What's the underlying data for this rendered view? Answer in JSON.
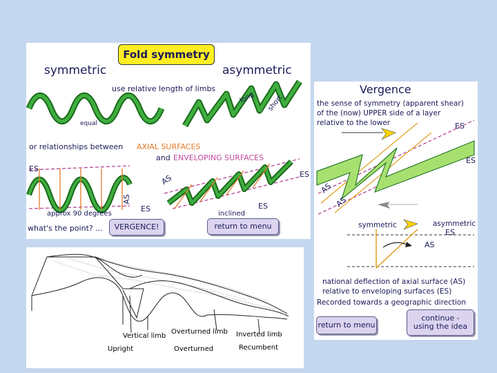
{
  "fold_symmetry": {
    "title": "Fold symmetry",
    "symmetric": "symmetric",
    "asymmetric": "asymmetric",
    "use_limbs": "use relative length of limbs",
    "long": "long",
    "short": "short",
    "equal": "equal",
    "relationships": "or relationships between",
    "axial_surfaces": "AXIAL SURFACES",
    "and": "and",
    "enveloping_surfaces": "ENVELOPING SURFACES",
    "es_left": "ES",
    "es_right": "ES",
    "as_left": "AS",
    "as_right": "AS",
    "es_bottom_left": "ES",
    "es_bottom_right": "ES",
    "approx": "approx 90 degrees",
    "inclined": "inclined",
    "whats_point": "what's the point? ...",
    "vergence_btn": "VERGENCE!",
    "menu_btn": "return to menu"
  },
  "vergence": {
    "title": "Vergence",
    "desc1": "the sense of symmetry (apparent shear)",
    "desc2": "of the (now) UPPER side of a layer",
    "desc3": "relative to the lower",
    "es_top": "ES",
    "es_right": "ES",
    "as1": "AS",
    "as2": "AS",
    "symmetric": "symmetric",
    "asymmetric": "asymmetric",
    "es_mid": "ES",
    "as_mid": "AS",
    "note1": "national deflection of axial surface (AS)",
    "note2": "relative to enveloping surfaces (ES)",
    "note3": "Recorded towards a geographic direction",
    "menu_btn": "return to menu",
    "continue_btn_1": "continue -",
    "continue_btn_2": "using the idea"
  },
  "block": {
    "vertical": "Vertical limb",
    "overturned_limb": "Overturned limb",
    "inverted": "Inverted limb",
    "upright": "Upright",
    "overturned": "Overturned",
    "recumbent": "Recumbent"
  }
}
